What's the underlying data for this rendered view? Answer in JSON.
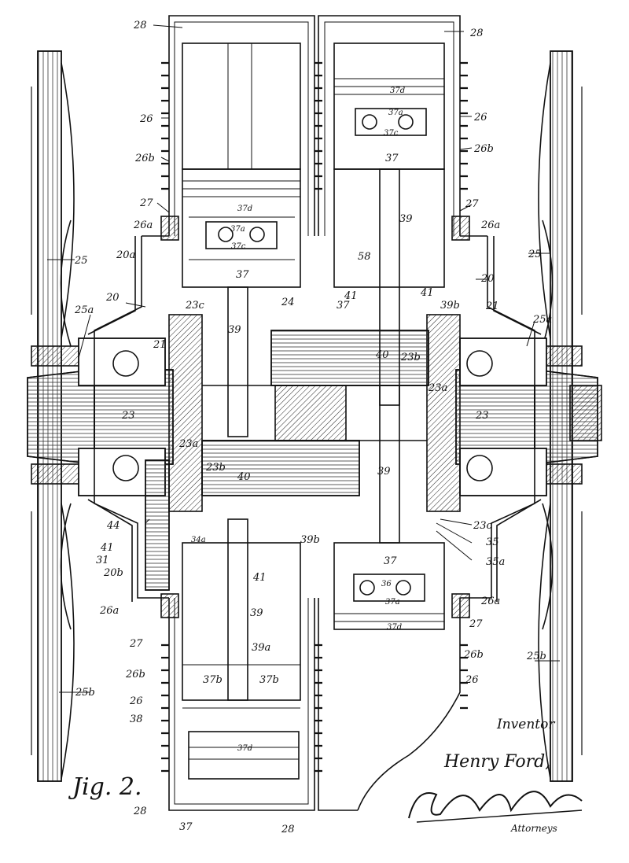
{
  "figure_label": "Jig. 2.",
  "inventor_heading": "Inventor",
  "inventor_name": "Henry Ford,",
  "attorney_signature": "Barthel Barthel",
  "attorneys_label": "Attorneys",
  "reference_numerals": {
    "n28": "28",
    "n26": "26",
    "n26b": "26b",
    "n27": "27",
    "n26a": "26a",
    "n25": "25",
    "n25a": "25a",
    "n25b": "25b",
    "n20": "20",
    "n20a": "20a",
    "n20b": "20b",
    "n21": "21",
    "n23": "23",
    "n23a": "23a",
    "n23b": "23b",
    "n23c": "23c",
    "n24": "24",
    "n37": "37",
    "n37a": "37a",
    "n37b": "37b",
    "n37c": "37c",
    "n37d": "37d",
    "n39": "39",
    "n39a": "39a",
    "n39b": "39b",
    "n40": "40",
    "n41": "41",
    "n44": "44",
    "n31": "31",
    "n34a": "34a",
    "n35": "35",
    "n35a": "35a",
    "n36": "36",
    "n38": "38",
    "n58": "58"
  }
}
